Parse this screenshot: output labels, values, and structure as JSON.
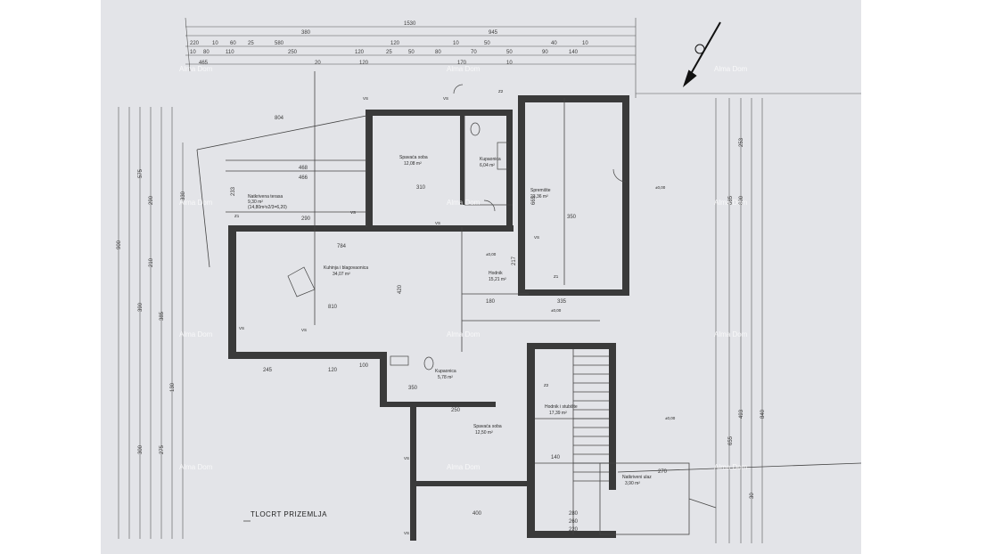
{
  "watermark": "Alma Dom",
  "title": "TLOCRT PRIZEMLJA",
  "top_dims": {
    "row1": [
      "1530"
    ],
    "row2": [
      "380",
      "945"
    ],
    "row3": [
      "220",
      "10",
      "60",
      "25",
      "580",
      "120",
      "10",
      "50",
      "40",
      "10"
    ],
    "row4": [
      "10",
      "80",
      "110",
      "250",
      "120",
      "25",
      "50",
      "80",
      "70",
      "50",
      "90",
      "140"
    ],
    "row5": [
      "465",
      "20",
      "120",
      "170",
      "10"
    ]
  },
  "rooms": {
    "terrace": {
      "name": "Natkrivena terasa",
      "area": "9,30 m²",
      "note": "(14,80m²x2/3=6,20)"
    },
    "bedroom1": {
      "name": "Spavaća soba",
      "area": "12,08 m²"
    },
    "bathroom1": {
      "name": "Kupaonica",
      "area": "6,04 m²"
    },
    "garage": {
      "name": "Spremište",
      "area": "23,36 m²"
    },
    "kitchen": {
      "name": "Kuhinja i blagovaonica",
      "area": "34,07 m²"
    },
    "hall": {
      "name": "Hodnik",
      "area": "15,21 m²"
    },
    "bathroom2": {
      "name": "Kupaonica",
      "area": "5,78 m²"
    },
    "stair_hall": {
      "name": "Hodnik i stubište",
      "area": "17,39 m²"
    },
    "bedroom2": {
      "name": "Spavaća soba",
      "area": "12,50 m²"
    },
    "covered_entry": {
      "name": "Natkriveni ulaz",
      "area": "3,90 m²"
    }
  },
  "interior_dims": [
    "804",
    "468",
    "466",
    "310",
    "784",
    "810",
    "420",
    "290",
    "245",
    "120",
    "100",
    "350",
    "250",
    "400",
    "280",
    "140",
    "180",
    "665",
    "350",
    "217",
    "335",
    "270",
    "260",
    "220",
    "330",
    "233"
  ],
  "right_dims": [
    "665",
    "600",
    "253",
    "493",
    "655",
    "840",
    "30"
  ],
  "left_dims": [
    "900",
    "575",
    "390",
    "290",
    "210",
    "385",
    "300",
    "275",
    "130"
  ],
  "labels": {
    "vs": "VS",
    "z1": "Z1",
    "z2": "Z2",
    "elev": "±0,00"
  }
}
